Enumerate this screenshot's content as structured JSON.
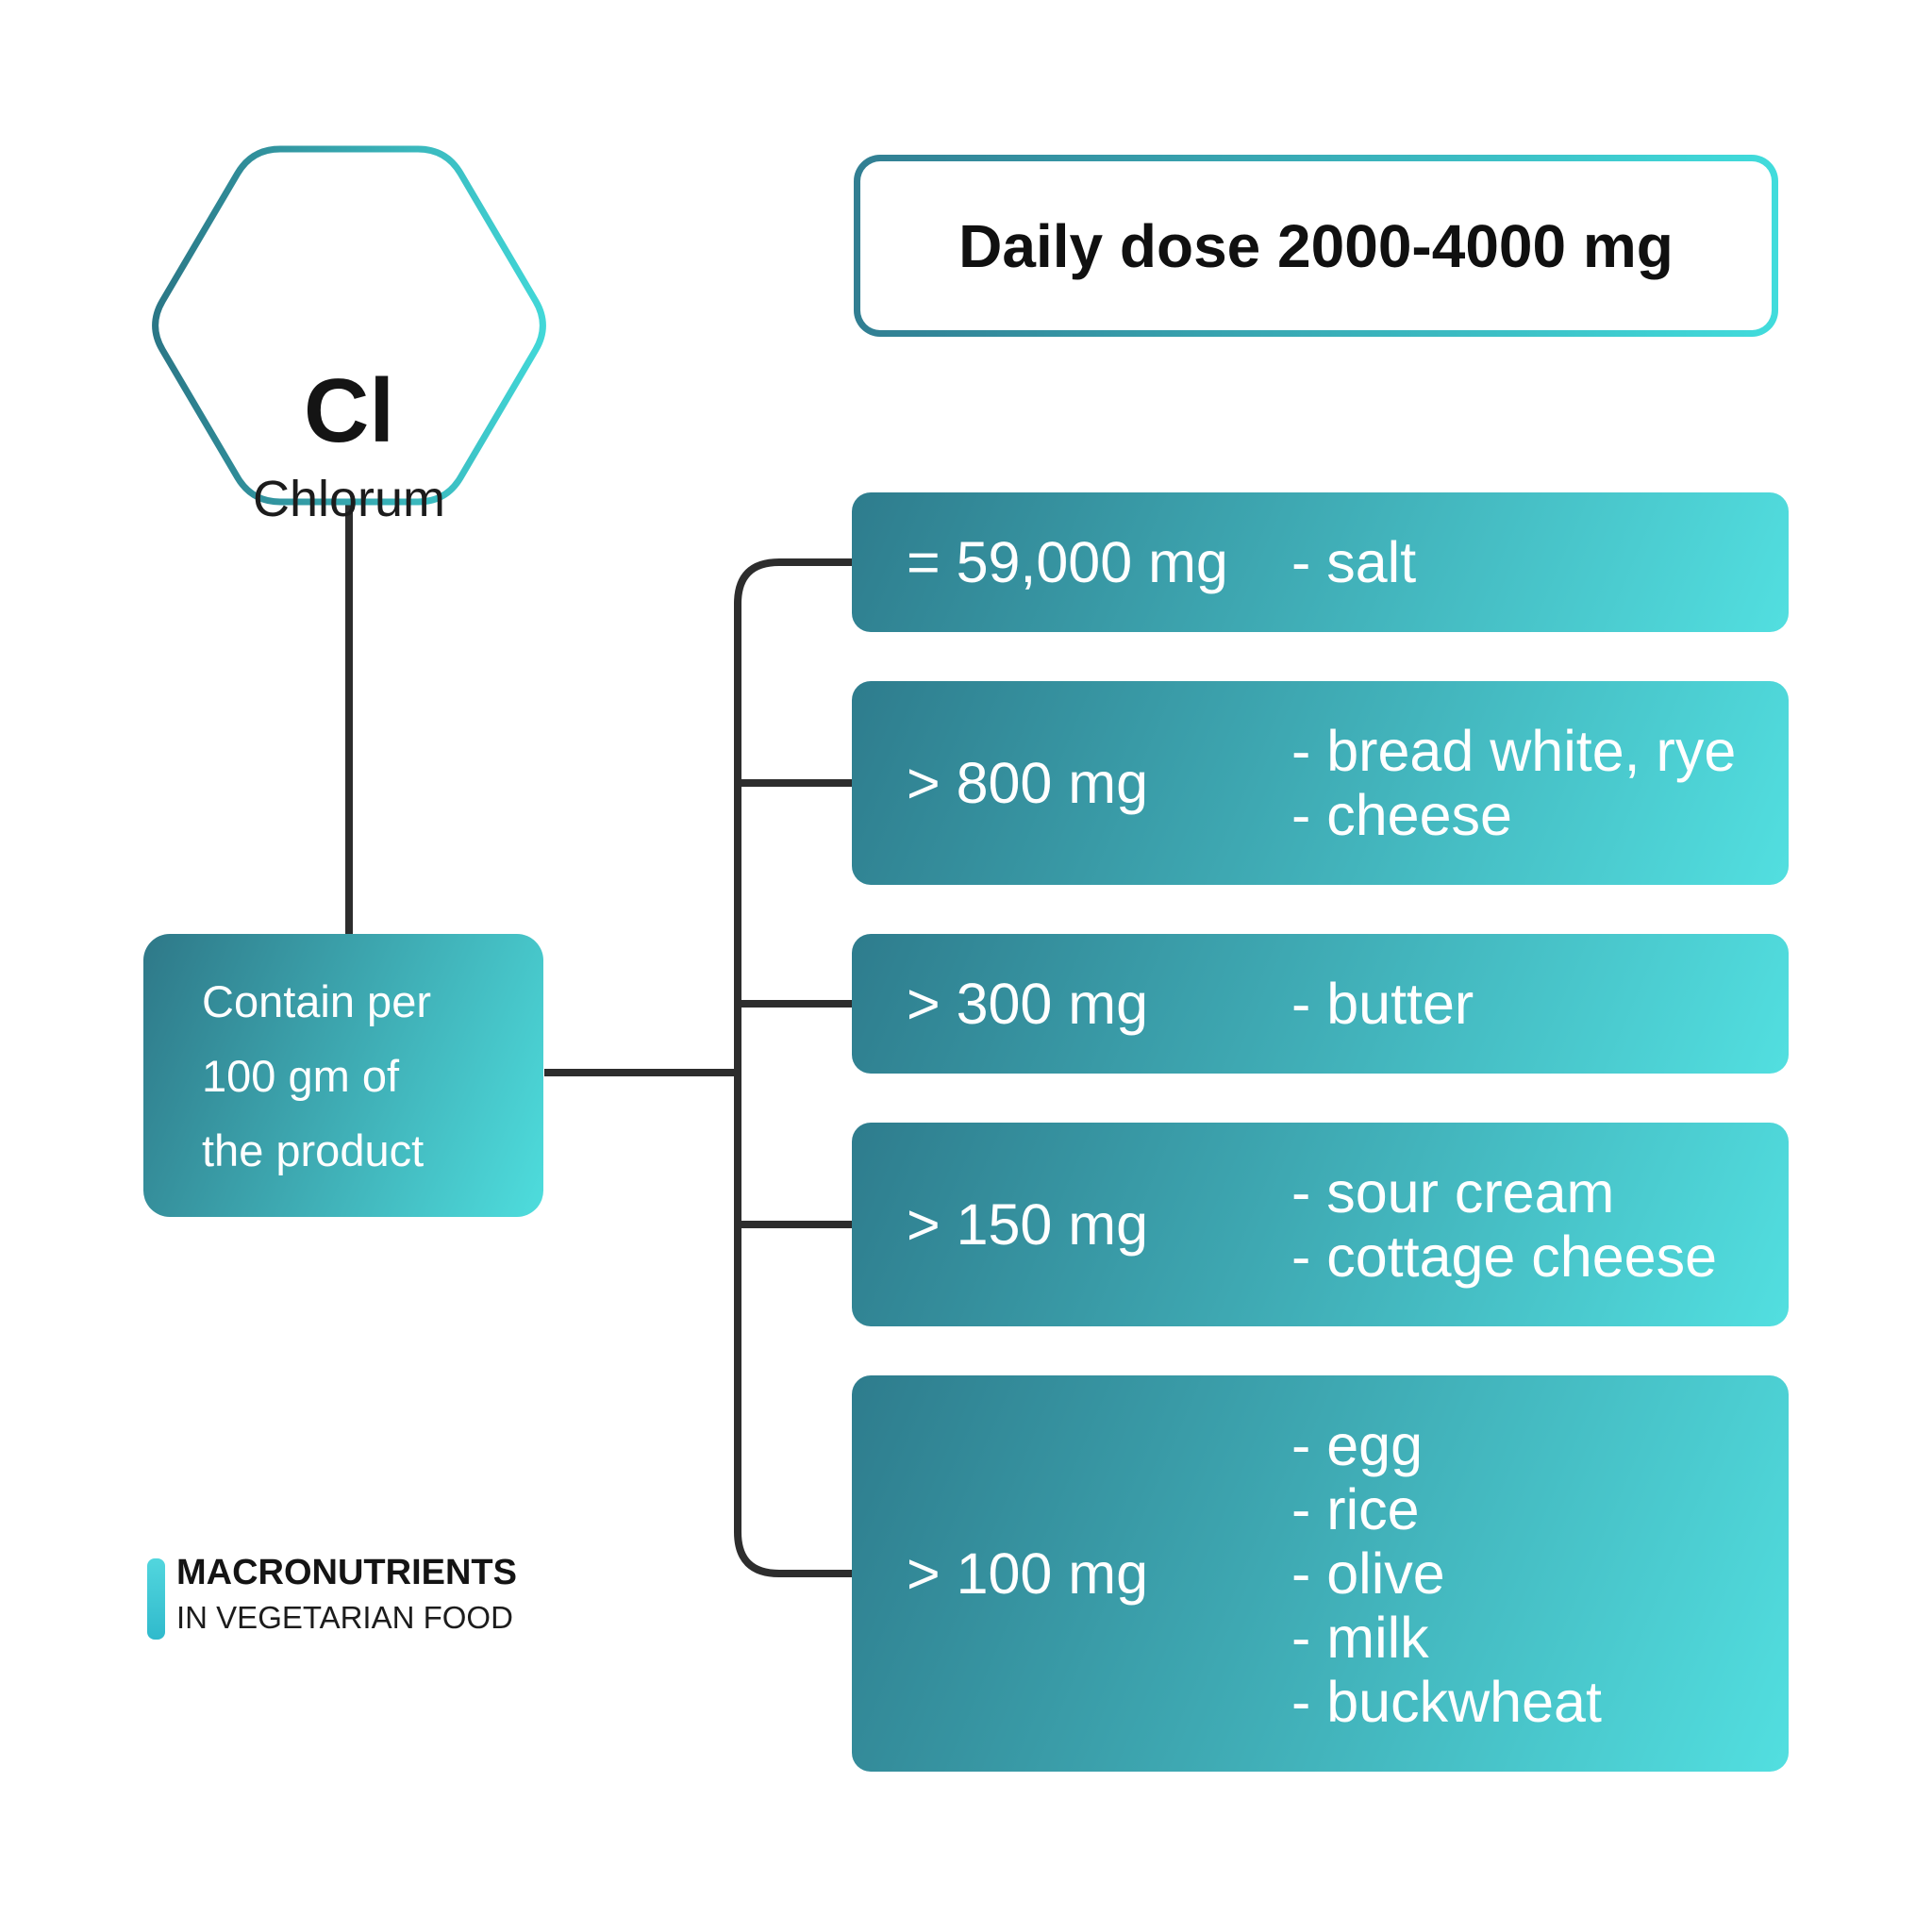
{
  "element": {
    "symbol": "Cl",
    "name": "Chlorum"
  },
  "daily_dose": {
    "label": "Daily dose 2000-4000 mg"
  },
  "contain": {
    "label": "Contain per\n100 gm of\nthe product"
  },
  "rows": [
    {
      "amount": "= 59,000 mg",
      "items": [
        "- salt"
      ]
    },
    {
      "amount": "> 800 mg",
      "items": [
        "- bread white, rye",
        "- cheese"
      ]
    },
    {
      "amount": "> 300 mg",
      "items": [
        "- butter"
      ]
    },
    {
      "amount": "> 150 mg",
      "items": [
        "- sour cream",
        "- cottage cheese"
      ]
    },
    {
      "amount": "> 100 mg",
      "items": [
        "- egg",
        "- rice",
        "- olive",
        "- milk",
        "- buckwheat"
      ]
    }
  ],
  "footer": {
    "title": "MACRONUTRIENTS",
    "subtitle": "IN VEGETARIAN FOOD"
  },
  "colors": {
    "teal_dark": "#2e7c8d",
    "teal_bright": "#52dfe0",
    "border_dark": "#317e92",
    "border_bright": "#41dcdc",
    "connector": "#2d2d2d",
    "accent_bar": "#3ec7d4",
    "text_on_teal": "#ffffff",
    "text_dark": "#141414"
  }
}
